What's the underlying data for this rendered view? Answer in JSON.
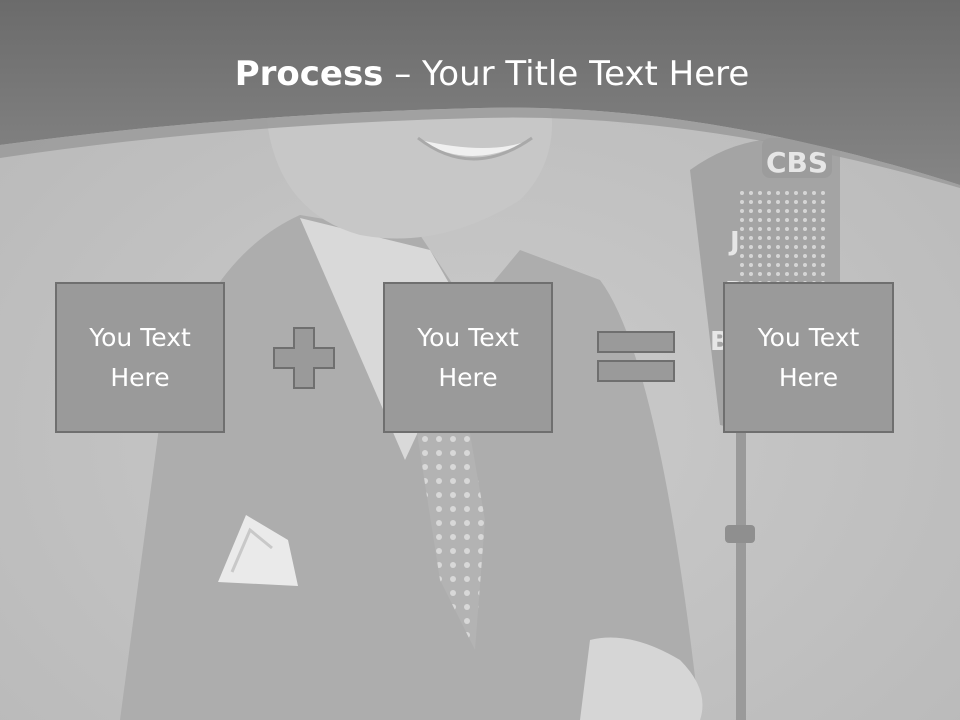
{
  "slide": {
    "title_bold": "Process",
    "title_rest": " – Your Title Text Here"
  },
  "process": {
    "boxes": [
      {
        "label": "You Text Here"
      },
      {
        "label": "You Text Here"
      },
      {
        "label": "You Text Here"
      }
    ],
    "operators": [
      "plus",
      "equals"
    ]
  },
  "colors": {
    "background": "#c4c4c4",
    "header_band": "#777777",
    "box_fill": "#9a9a9a",
    "box_border": "#6f6f6f",
    "title_text": "#ffffff"
  }
}
